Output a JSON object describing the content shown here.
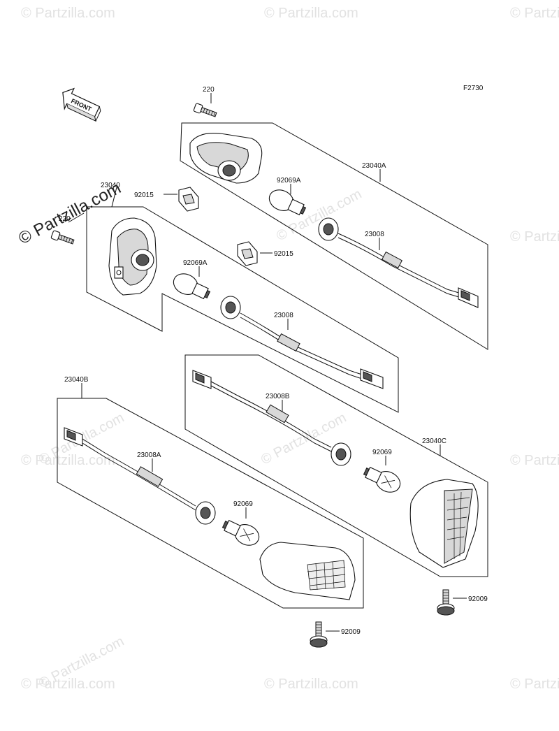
{
  "diagram": {
    "figure_code": "F2730",
    "front_arrow_text": "FRONT",
    "watermark_text": "© Partzilla.com",
    "callouts": {
      "screw_top": "220",
      "screw_left": "220",
      "assy_right_front": "23040A",
      "assy_left_front": "23040",
      "assy_left_rear": "23040B",
      "assy_right_rear": "23040C",
      "clip_1": "92015",
      "clip_2": "92015",
      "bulb_front_right": "92069A",
      "bulb_front_left": "92069A",
      "bulb_rear_left": "92069",
      "bulb_rear_right": "92069",
      "socket_front_right": "23008",
      "socket_front_left": "23008",
      "socket_rear_left": "23008A",
      "socket_rear_right": "23008B",
      "screw_rear_1": "92009",
      "screw_rear_2": "92009"
    }
  }
}
